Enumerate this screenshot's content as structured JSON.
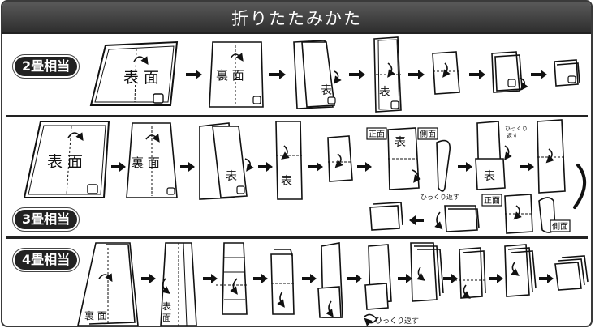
{
  "title": "折りたたみかた",
  "rows": [
    {
      "label": "2畳相当"
    },
    {
      "label": "3畳相当"
    },
    {
      "label": "4畳相当"
    }
  ],
  "labels": {
    "omote_men": "表 面",
    "ura_men": "裏 面",
    "omote": "表",
    "ura_men_row4": "裏 面",
    "omote_men_vertical_1": "表",
    "omote_men_vertical_2": "面",
    "shomen": "正面",
    "sokumen": "側面",
    "hikkuri_kaesu": "ひっくり返す",
    "hikkuri": "ひっくり",
    "kaesu": "返す"
  }
}
